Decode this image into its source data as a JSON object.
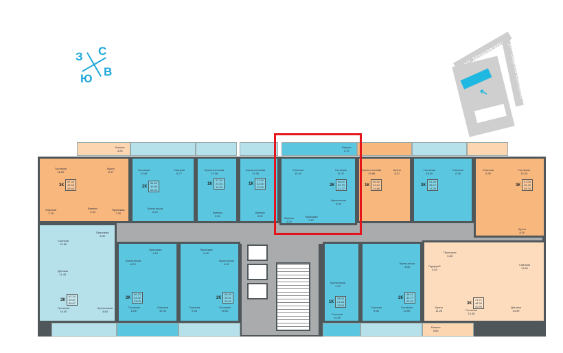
{
  "compass": {
    "north": "С",
    "east": "В",
    "south": "Ю",
    "west": "З"
  },
  "location_map": {
    "street_1": "ул. Маяковского",
    "street_2": "ул. Сергея Есенина",
    "colors": {
      "building": "#1fb8e0",
      "ground": "#cfcfcf"
    }
  },
  "colors": {
    "highlight": "#e5141b",
    "orange": "#f7b77d",
    "blue": "#5ac6df",
    "light_blue": "#b6e1ea",
    "peach": "#fcdcbc"
  },
  "apartments": [
    {
      "type": "3К",
      "areas": [
        "67.34",
        "45.90",
        "29.44"
      ],
      "rooms": [
        {
          "name": "Гостиная",
          "area": "18.60"
        },
        {
          "name": "Кухня",
          "area": "8.37"
        },
        {
          "name": "Спальня",
          "area": "7.76"
        },
        {
          "name": "Ванная",
          "area": "4.34"
        },
        {
          "name": "Прихожая",
          "area": "7.30"
        },
        {
          "name": "Балкон",
          "area": "3.26"
        }
      ]
    },
    {
      "type": "2К",
      "areas": [
        "54.60",
        "33.90",
        "22.00"
      ],
      "rooms": [
        {
          "name": "Гостиная",
          "area": "13.49"
        },
        {
          "name": "Спальня",
          "area": "8.77"
        },
        {
          "name": "Кухня-ниша",
          "area": "6.02"
        }
      ]
    },
    {
      "type": "1К",
      "areas": [
        "37.00",
        "22.00",
        "13.00"
      ],
      "rooms": [
        {
          "name": "Кухня-гостиная",
          "area": "13.36"
        },
        {
          "name": "Ванная",
          "area": "3.90"
        }
      ]
    },
    {
      "type": "1К",
      "areas": [
        "37.00",
        "22.00",
        "13.00"
      ],
      "rooms": [
        {
          "name": "Кухня-гостиная",
          "area": "13.36"
        },
        {
          "name": "Ванная",
          "area": "3.90"
        }
      ]
    },
    {
      "type": "2К",
      "areas": [
        "58.00",
        "36.70",
        "21.77"
      ],
      "rooms": [
        {
          "name": "Спальня",
          "area": "10.40"
        },
        {
          "name": "Гостиная",
          "area": "11.37"
        },
        {
          "name": "Кухня-ниша",
          "area": "6.30"
        },
        {
          "name": "Прихожая",
          "area": "3.67"
        },
        {
          "name": "Ванная",
          "area": "4.20"
        },
        {
          "name": "Балкон",
          "area": "2.70"
        }
      ]
    },
    {
      "type": "1К",
      "areas": [
        "36.90",
        "24.64",
        "14.86"
      ],
      "rooms": [
        {
          "name": "Кухня-гостиная",
          "area": "19.69"
        },
        {
          "name": "Кухня",
          "area": "8.07"
        }
      ]
    },
    {
      "type": "2К",
      "areas": [
        "51.00",
        "33.07",
        "17.00"
      ],
      "rooms": [
        {
          "name": "Гостиная",
          "area": "10.50"
        },
        {
          "name": "Спальня",
          "area": "8.35"
        }
      ]
    },
    {
      "type": "3К",
      "areas": [
        "67.00",
        "45.40",
        "29.74"
      ],
      "rooms": [
        {
          "name": "Спальня",
          "area": "9.30"
        },
        {
          "name": "Гостиная",
          "area": "12.20"
        },
        {
          "name": "Кухня",
          "area": "8.30"
        }
      ]
    },
    {
      "type": "3К",
      "areas": [
        "61.34",
        "39.67",
        "39.67"
      ],
      "rooms": [
        {
          "name": "Спальня",
          "area": "12.56"
        },
        {
          "name": "Детская",
          "area": "11.45"
        },
        {
          "name": "Гостиная",
          "area": "16.00"
        },
        {
          "name": "Прихожая",
          "area": "8.40"
        },
        {
          "name": "Кухня-ниша",
          "area": "5.84"
        }
      ]
    },
    {
      "type": "2К",
      "areas": [
        "56.70",
        "34.32",
        "23.03"
      ],
      "rooms": [
        {
          "name": "Кухня-ниша",
          "area": "6.02"
        },
        {
          "name": "Прихожая",
          "area": "4.61"
        },
        {
          "name": "Гостиная",
          "area": "13.87"
        },
        {
          "name": "Спальня",
          "area": "10.44"
        }
      ]
    },
    {
      "type": "2К",
      "areas": [
        "56.00",
        "35.81",
        "25.00"
      ],
      "rooms": [
        {
          "name": "Прихожая",
          "area": "6.42"
        },
        {
          "name": "Кухня-ниша",
          "area": "6.02"
        },
        {
          "name": "Спальня",
          "area": "9.46"
        },
        {
          "name": "Гостиная",
          "area": "15.00"
        }
      ]
    },
    {
      "type": "1К",
      "areas": [
        "33.00",
        "21.46",
        "13.00"
      ],
      "rooms": [
        {
          "name": "Кухня-ниша",
          "area": "7.02"
        },
        {
          "name": "Спальня",
          "area": "14.69"
        }
      ]
    },
    {
      "type": "2К",
      "areas": [
        "48.11",
        "32.77",
        "23.42"
      ],
      "rooms": [
        {
          "name": "Кухня-ниша",
          "area": "4.98"
        },
        {
          "name": "Спальня",
          "area": "9.55"
        },
        {
          "name": "Гостиная",
          "area": "12.69"
        }
      ]
    },
    {
      "type": "3К",
      "areas": [
        "71.71",
        "48.39",
        "40.99"
      ],
      "rooms": [
        {
          "name": "Прихожая",
          "area": "6.65"
        },
        {
          "name": "Гардероб",
          "area": "3.63"
        },
        {
          "name": "Спальня",
          "area": "11.80"
        },
        {
          "name": "Кухня",
          "area": "11.26"
        },
        {
          "name": "Гостиная",
          "area": "13.58"
        },
        {
          "name": "Детская",
          "area": "14.99"
        },
        {
          "name": "Балкон",
          "area": "5.80"
        }
      ]
    }
  ]
}
